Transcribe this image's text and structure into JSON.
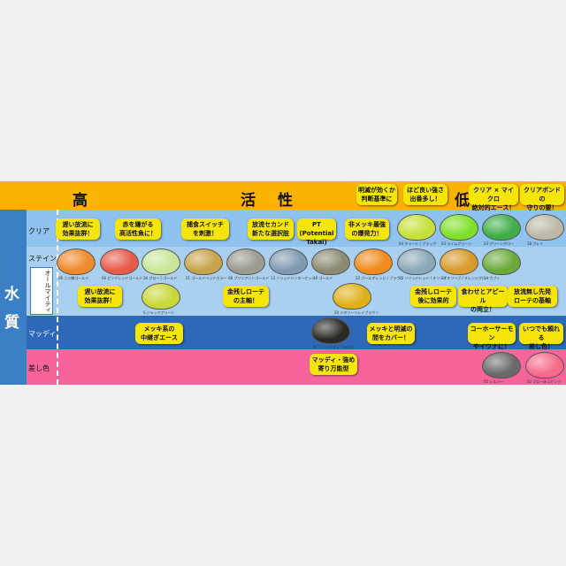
{
  "header": {
    "high": "高",
    "activity": "活　性",
    "low": "低"
  },
  "side": {
    "water1": "水",
    "water2": "質"
  },
  "rows": [
    {
      "label": "クリア",
      "color": "#8fc2ee"
    },
    {
      "label": "ステイン",
      "color": "#aad0f0"
    },
    {
      "label": "マッディ",
      "color": "#2e68b8"
    },
    {
      "label": "差し色",
      "color": "#f7649c"
    }
  ],
  "all_mighty": "オールマイティ",
  "bubbles": [
    {
      "lines": [
        "遅い放流に",
        "効果抜群！"
      ]
    },
    {
      "lines": [
        "赤を嫌がる",
        "高活性魚に！"
      ]
    },
    {
      "lines": [
        "捕食スイッチ",
        "を刺激！"
      ]
    },
    {
      "lines": [
        "放流セカンド",
        "新たな選択肢"
      ]
    },
    {
      "lines": [
        "PT",
        "(Potential Takai)"
      ]
    },
    {
      "lines": [
        "非メッキ最強",
        "の爆発力！"
      ]
    },
    {
      "lines": [
        "明滅が効くか",
        "判断基準に"
      ]
    },
    {
      "lines": [
        "ほど良い強さ",
        "出番多し！"
      ]
    },
    {
      "lines": [
        "クリア × マイクロ",
        "絶対的エース！"
      ]
    },
    {
      "lines": [
        "クリアボンドの",
        "守りの要！"
      ]
    },
    {
      "lines": [
        "遅い放流に",
        "効果抜群！"
      ]
    },
    {
      "lines": [
        "金残しローテ",
        "の主軸！"
      ]
    },
    {
      "lines": [
        "金残しローテ",
        "後に効果的"
      ]
    },
    {
      "lines": [
        "食わせとアピール",
        "の両立！"
      ]
    },
    {
      "lines": [
        "放流無し先発",
        "ローテの基軸"
      ]
    },
    {
      "lines": [
        "メッキ系の",
        "中継ぎエース"
      ]
    },
    {
      "lines": [
        "メッキと明滅の",
        "間をカバー！"
      ]
    },
    {
      "lines": [
        "コーホーサーモン",
        "やイワナに！"
      ]
    },
    {
      "lines": [
        "いつでも頼れる",
        "差し色！"
      ]
    },
    {
      "lines": [
        "マッディ・強め",
        "寄り万能型"
      ]
    }
  ],
  "lures": [
    {
      "name": "04 チャート / ブラック",
      "color": "#c6e03a"
    },
    {
      "name": "03 ライムグリーン",
      "color": "#7fe02a"
    },
    {
      "name": "23 グリーングロー",
      "color": "#3fae4a"
    },
    {
      "name": "18 グレイ",
      "color": "#bdb9a6"
    },
    {
      "name": "06 ニジ鱒ゴールド",
      "color": "#ee8a2a"
    },
    {
      "name": "06 ピンクレッドゴールド",
      "color": "#e85a4a"
    },
    {
      "name": "26 グロー / ゴールド",
      "color": "#c9e69a"
    },
    {
      "name": "21 ゴールドベッドカラー",
      "color": "#c7a44a"
    },
    {
      "name": "08 ブリリアントゴールド",
      "color": "#9a9a8e"
    },
    {
      "name": "13 ソリッドハンターセット",
      "color": "#7f9ab0"
    },
    {
      "name": "19 ゴールド",
      "color": "#8d8a72"
    },
    {
      "name": "22 パールオレンジ / ブラウン",
      "color": "#f08a1a"
    },
    {
      "name": "15 ソリッドレッド / オリーブ",
      "color": "#8aa8b8"
    },
    {
      "name": "24 オリーブ / オレンジグロー",
      "color": "#d89a2a"
    },
    {
      "name": "14 カブト",
      "color": "#6aaa3a"
    },
    {
      "name": "S ジャックグリーン",
      "color": "#c8d83a"
    },
    {
      "name": "20 メタリーヘレイブラウン",
      "color": "#e0b01a"
    },
    {
      "name": "07 ソリッドネイブラウン",
      "color": "#2a2a26"
    },
    {
      "name": "05 シルバー",
      "color": "#6a6a6a"
    },
    {
      "name": "02 グロー赤ゴピンク",
      "color": "#f56a8a"
    }
  ]
}
